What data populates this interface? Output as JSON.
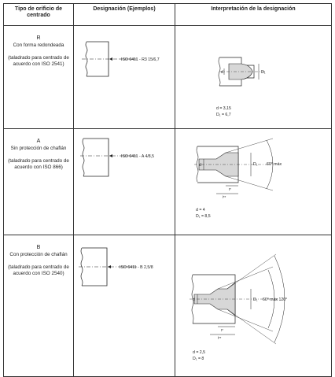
{
  "header": {
    "col1": "Tipo de orificio de centrado",
    "col2": "Designación (Ejemplos)",
    "col3": "Interpretación de la designación"
  },
  "rows": [
    {
      "letter": "R",
      "name": "Con forma redondeada",
      "standard": "(taladrado para centrado de acuerdo con ISO 2541)",
      "designation": "ISO 6411 - R3 15/6,7",
      "dim_d": "d",
      "dim_D": "D₁",
      "value_d": "d = 3,15",
      "value_D": "D₁ = 6,7"
    },
    {
      "letter": "A",
      "name": "Sin protección de chaflán",
      "standard": "(taladrado para centrado de acuerdo con ISO 866)",
      "designation": "ISO 6411 - A 4/8,5",
      "dim_d": "d",
      "dim_D": "D₁",
      "angle": "60° máx",
      "dim_t": "t*",
      "dim_l": "l**",
      "value_d": "d = 4",
      "value_D": "D₁ = 8,5"
    },
    {
      "letter": "B",
      "name": "Con protección de chaflán",
      "standard": "(taladrado para centrado de acuerdo con ISO 2540)",
      "designation": "ISO 6411 - B 2,5/8",
      "dim_d": "d",
      "dim_D": "D₁",
      "angle": "60° máx 120°",
      "dim_t": "t*",
      "dim_l": "l**",
      "value_d": "d = 2,5",
      "value_D": "D₁ = 8"
    }
  ]
}
